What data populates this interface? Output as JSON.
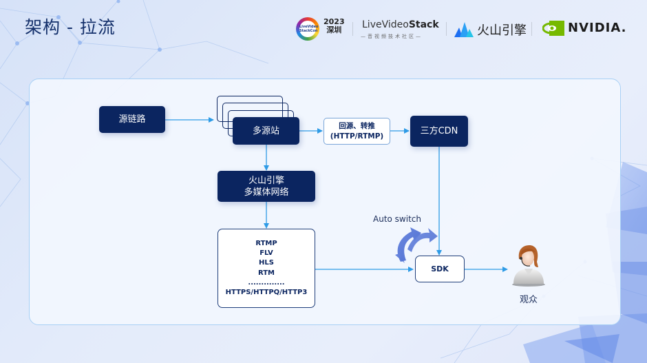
{
  "slide": {
    "title": "架构 - 拉流"
  },
  "logos": {
    "livevideostack_badge": "LiveVideo StackCon",
    "livevideostack_year": "2023",
    "livevideostack_city": "深圳",
    "livevideostack_name_prefix": "LiveVideo",
    "livevideostack_name_suffix": "Stack",
    "livevideostack_subtitle": "—音视频技术社区—",
    "volcengine_name": "火山引擎",
    "nvidia_name": "NVIDIA."
  },
  "diagram": {
    "nodes": {
      "source_link": "源链路",
      "multi_origin": "多源站",
      "back_to_origin_line1": "回源、转推",
      "back_to_origin_line2": "(HTTP/RTMP)",
      "third_party_cdn": "三方CDN",
      "volc_network_line1": "火山引擎",
      "volc_network_line2": "多媒体网络",
      "protocols": [
        "RTMP",
        "FLV",
        "HLS",
        "RTM",
        "..............",
        "HTTPS/HTTPQ/HTTP3"
      ],
      "sdk": "SDK",
      "viewer": "观众"
    },
    "auto_switch_label": "Auto switch",
    "edges": [
      {
        "from": "source_link",
        "to": "multi_origin"
      },
      {
        "from": "multi_origin",
        "to": "back_to_origin"
      },
      {
        "from": "back_to_origin",
        "to": "third_party_cdn"
      },
      {
        "from": "multi_origin",
        "to": "volc_network"
      },
      {
        "from": "volc_network",
        "to": "protocols"
      },
      {
        "from": "protocols",
        "to": "sdk"
      },
      {
        "from": "third_party_cdn",
        "to": "sdk"
      },
      {
        "from": "sdk",
        "to": "viewer"
      }
    ],
    "colors": {
      "node_dark": "#0b2560",
      "arrow": "#2e9be6",
      "switch_arrow": "#5a78d6"
    }
  }
}
